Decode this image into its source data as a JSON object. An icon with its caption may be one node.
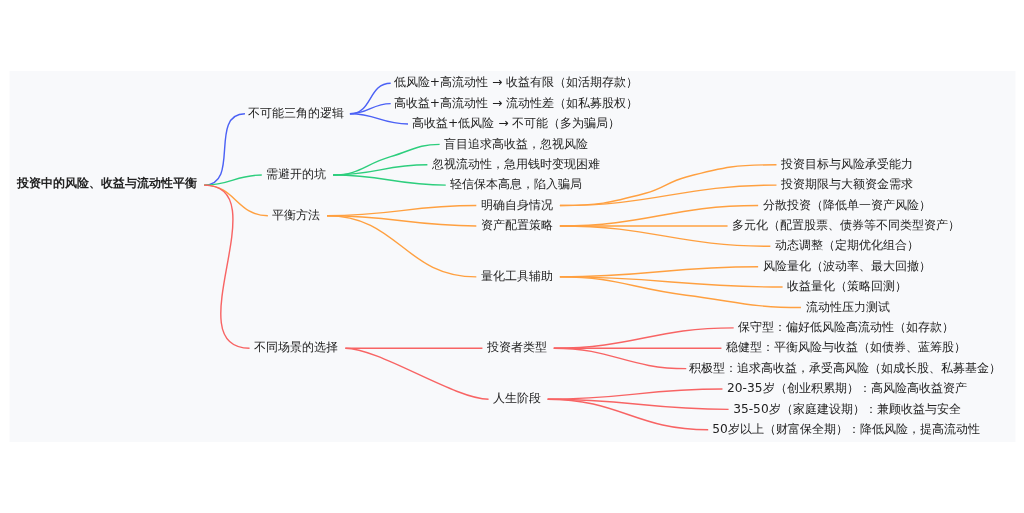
{
  "diagram": {
    "nodes": [
      {
        "text": [
          "投资中的风险、收益与流动性平衡"
        ]
      },
      {
        "text": [
          "不可能三角的逻辑"
        ]
      },
      {
        "text": [
          "低风险+高流动性 → 收益有限（如活期存款）"
        ]
      },
      {
        "text": [
          "高收益+高流动性 → 流动性差（如私募股权）"
        ]
      },
      {
        "text": [
          "高收益+低风险 → 不可能（多为骗局）"
        ]
      },
      {
        "text": [
          "需避开的坑"
        ]
      },
      {
        "text": [
          "盲目追求高收益，忽视风险"
        ]
      },
      {
        "text": [
          "忽视流动性，急用钱时变现困难"
        ]
      },
      {
        "text": [
          "轻信保本高息，陷入骗局"
        ]
      },
      {
        "text": [
          "平衡方法"
        ]
      },
      {
        "text": [
          "明确自身情况"
        ]
      },
      {
        "text": [
          "投资目标与风险承受能力"
        ]
      },
      {
        "text": [
          "投资期限与大额资金需求"
        ]
      },
      {
        "text": [
          "资产配置策略"
        ]
      },
      {
        "text": [
          "分散投资（降低单一资产风险）"
        ]
      },
      {
        "text": [
          "多元化（配置股票、债券等不同类型资产）"
        ]
      },
      {
        "text": [
          "动态调整（定期优化组合）"
        ]
      },
      {
        "text": [
          "量化工具辅助"
        ]
      },
      {
        "text": [
          "风险量化（波动率、最大回撤）"
        ]
      },
      {
        "text": [
          "收益量化（策略回测）"
        ]
      },
      {
        "text": [
          "流动性压力测试"
        ]
      },
      {
        "text": [
          "不同场景的选择"
        ]
      },
      {
        "text": [
          "投资者类型"
        ]
      },
      {
        "text": [
          "保守型：偏好低风险高流动性（如存款）"
        ]
      },
      {
        "text": [
          "稳健型：平衡风险与收益（如债券、蓝筹股）"
        ]
      },
      {
        "text": [
          "积极型：追求高收益，承受高风险（如成长股、私募基金）"
        ]
      },
      {
        "text": [
          "人生阶段"
        ]
      },
      {
        "text": [
          "20-35岁（创业积累期）：高风险高收益资产"
        ]
      },
      {
        "text": [
          "35-50岁（家庭建设期）：兼顾收益与安全"
        ]
      },
      {
        "text": [
          "50岁以上（财富保全期）：降低风险，提高流动性"
        ]
      }
    ],
    "edges": [
      {
        "from": 0,
        "to": 1,
        "arrow": "none",
        "color": "#4b61f5"
      },
      {
        "from": 1,
        "to": 2,
        "arrow": "none",
        "color": "#4b61f5"
      },
      {
        "from": 1,
        "to": 3,
        "arrow": "none",
        "color": "#4b61f5"
      },
      {
        "from": 1,
        "to": 4,
        "arrow": "none",
        "color": "#4b61f5"
      },
      {
        "from": 0,
        "to": 5,
        "arrow": "none",
        "color": "#2dce7d"
      },
      {
        "from": 5,
        "to": 6,
        "arrow": "none",
        "color": "#2dce7d"
      },
      {
        "from": 5,
        "to": 7,
        "arrow": "none",
        "color": "#2dce7d"
      },
      {
        "from": 5,
        "to": 8,
        "arrow": "none",
        "color": "#2dce7d"
      },
      {
        "from": 0,
        "to": 9,
        "arrow": "none"
      },
      {
        "from": 9,
        "to": 10,
        "arrow": "none"
      },
      {
        "from": 10,
        "to": 11,
        "arrow": "none"
      },
      {
        "from": 10,
        "to": 12,
        "arrow": "none"
      },
      {
        "from": 9,
        "to": 13,
        "arrow": "none"
      },
      {
        "from": 13,
        "to": 14,
        "arrow": "none"
      },
      {
        "from": 13,
        "to": 15,
        "arrow": "none"
      },
      {
        "from": 13,
        "to": 16,
        "arrow": "none"
      },
      {
        "from": 9,
        "to": 17,
        "arrow": "none"
      },
      {
        "from": 17,
        "to": 18,
        "arrow": "none"
      },
      {
        "from": 17,
        "to": 19,
        "arrow": "none"
      },
      {
        "from": 17,
        "to": 20,
        "arrow": "none"
      },
      {
        "from": 0,
        "to": 21,
        "arrow": "none",
        "color": "#f86464"
      },
      {
        "from": 21,
        "to": 22,
        "arrow": "none",
        "color": "#f86464"
      },
      {
        "from": 22,
        "to": 23,
        "arrow": "none",
        "color": "#f86464"
      },
      {
        "from": 22,
        "to": 24,
        "arrow": "none",
        "color": "#f86464"
      },
      {
        "from": 22,
        "to": 25,
        "arrow": "none",
        "color": "#f86464"
      },
      {
        "from": 21,
        "to": 26,
        "arrow": "none",
        "color": "#f86464"
      },
      {
        "from": 26,
        "to": 27,
        "arrow": "none",
        "color": "#f86464"
      },
      {
        "from": 26,
        "to": 28,
        "arrow": "none",
        "color": "#f86464"
      },
      {
        "from": 26,
        "to": 29,
        "arrow": "none",
        "color": "#f86464"
      }
    ]
  }
}
